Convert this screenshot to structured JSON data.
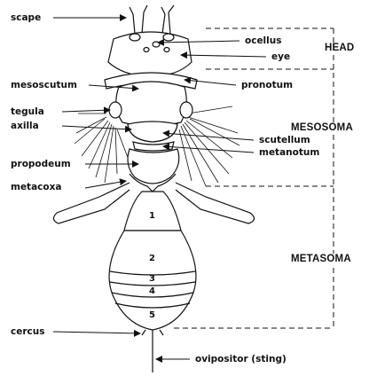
{
  "labels": {
    "scape": "scape",
    "ocellus": "ocellus",
    "eye": "eye",
    "mesoscutum": "mesoscutum",
    "pronotum": "pronotum",
    "tegula": "tegula",
    "axilla": "axilla",
    "scutellum": "scutellum",
    "metanotum": "metanotum",
    "propodeum": "propodeum",
    "metacoxa": "metacoxa",
    "cercus": "cercus",
    "ovipositor": "ovipositor (sting)"
  },
  "regions": {
    "head": "HEAD",
    "mesosoma": "MESOSOMA",
    "metasoma": "METASOMA"
  },
  "segments": [
    "1",
    "2",
    "3",
    "4",
    "5"
  ],
  "colors": {
    "ink": "#111111",
    "background": "#ffffff"
  }
}
